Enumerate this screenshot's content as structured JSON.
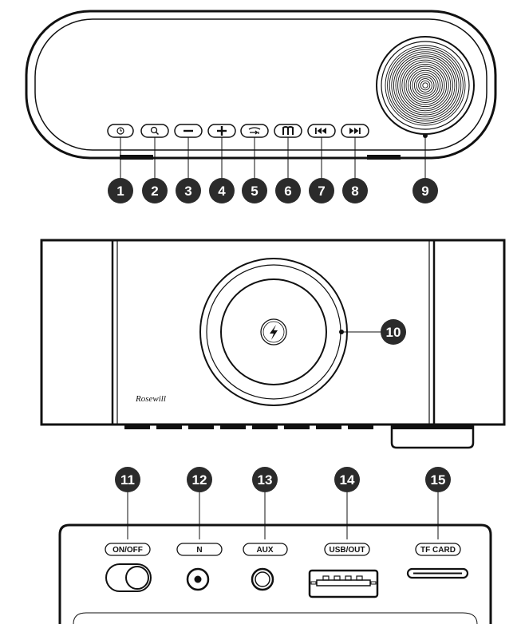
{
  "brand": "Rosewill",
  "callouts": {
    "c1": "1",
    "c2": "2",
    "c3": "3",
    "c4": "4",
    "c5": "5",
    "c6": "6",
    "c7": "7",
    "c8": "8",
    "c9": "9",
    "c10": "10",
    "c11": "11",
    "c12": "12",
    "c13": "13",
    "c14": "14",
    "c15": "15"
  },
  "top_buttons": [
    {
      "icon": "clock-icon"
    },
    {
      "icon": "search-icon"
    },
    {
      "icon": "minus-icon"
    },
    {
      "icon": "plus-icon"
    },
    {
      "icon": "mode-switch-icon"
    },
    {
      "icon": "m-icon"
    },
    {
      "icon": "previous-track-icon"
    },
    {
      "icon": "next-track-icon"
    }
  ],
  "ports": {
    "on_off": "ON/OFF",
    "n": "N",
    "aux": "AUX",
    "usb_out": "USB/OUT",
    "tf_card": "TF CARD"
  },
  "center_icon": "lightning-icon",
  "colors": {
    "callout_fill": "#2b2b2b",
    "line": "#111111",
    "background": "#ffffff"
  }
}
